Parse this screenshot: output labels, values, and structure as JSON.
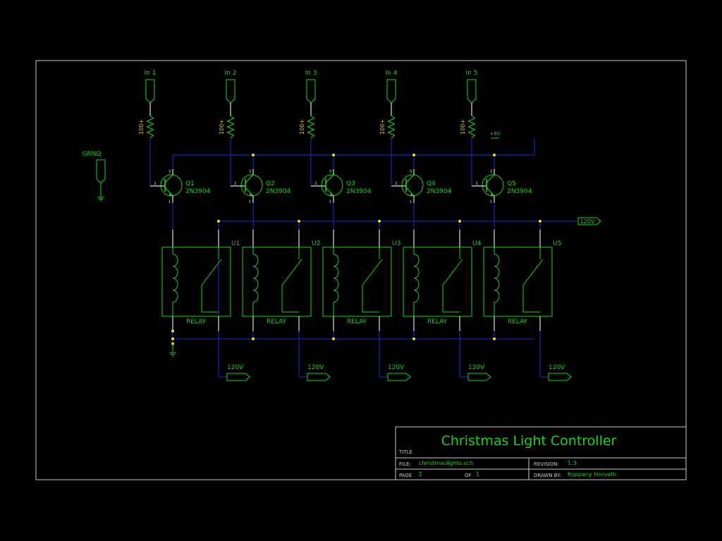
{
  "colors": {
    "background": "#000000",
    "wire": "#1f2bd0",
    "part": "#19d419",
    "label": "#19d419",
    "pin": "#e0e0e0",
    "resistor_value": "#d6c24a",
    "junction": "#f0e020",
    "frame": "#c8c8c8"
  },
  "inputs": [
    {
      "label": "In 1",
      "resistor": "100+",
      "transistor": "Q1",
      "transistor_type": "2N3904",
      "relay": "U1",
      "relay_label": "RELAY",
      "output": "120V"
    },
    {
      "label": "In 2",
      "resistor": "100+",
      "transistor": "Q2",
      "transistor_type": "2N3904",
      "relay": "U2",
      "relay_label": "RELAY",
      "output": "120V"
    },
    {
      "label": "In 3",
      "resistor": "100+",
      "transistor": "Q3",
      "transistor_type": "2N3904",
      "relay": "U3",
      "relay_label": "RELAY",
      "output": "120V"
    },
    {
      "label": "In 4",
      "resistor": "100+",
      "transistor": "Q4",
      "transistor_type": "2N3904",
      "relay": "U4",
      "relay_label": "RELAY",
      "output": "120V"
    },
    {
      "label": "In 5",
      "resistor": "100+",
      "transistor": "Q5",
      "transistor_type": "2N3904",
      "relay": "U5",
      "relay_label": "RELAY",
      "output": "120V"
    }
  ],
  "pins": {
    "base": "2",
    "collector": "3",
    "emitter": "1"
  },
  "ground_label": "GRND",
  "supply_label": "+9V",
  "main_output_label": "120V",
  "title_block": {
    "title_caption": "TITLE",
    "title": "Christmas Light Controller",
    "file_caption": "FILE:",
    "file": "christmaslights.sch",
    "revision_caption": "REVISION:",
    "revision": "1.3",
    "page_caption": "PAGE",
    "page": "1",
    "of_caption": "OF",
    "of": "1",
    "drawn_by_caption": "DRAWN BY:",
    "drawn_by": "Koppany Horvath"
  }
}
